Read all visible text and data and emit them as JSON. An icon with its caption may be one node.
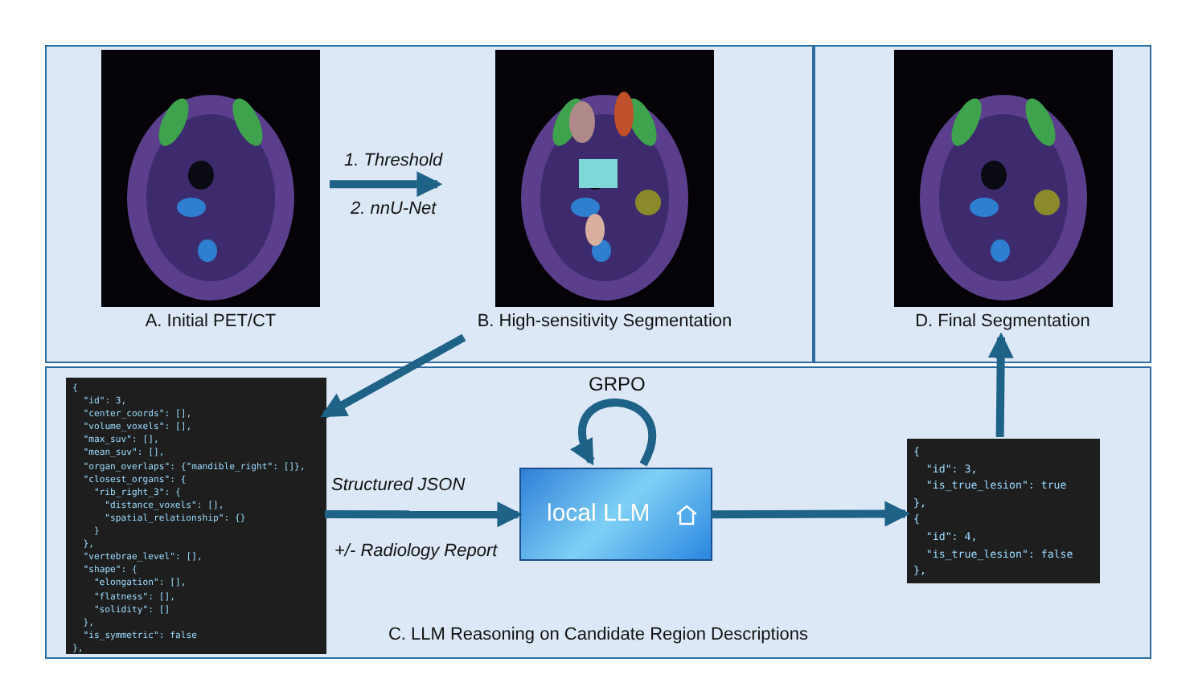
{
  "diagram": {
    "nodes": [
      {
        "text": [],
        "shape": "box"
      },
      {
        "text": [],
        "shape": "picture",
        "in": 0,
        "beside": [
          "A. Initial PET/CT"
        ]
      },
      {
        "text": [],
        "shape": "picture",
        "in": 0,
        "beside": [
          "B. High-sensitivity Segmentation"
        ]
      },
      {
        "text": [],
        "shape": "box"
      },
      {
        "text": [],
        "shape": "picture",
        "in": 3,
        "beside": [
          "D. Final Segmentation"
        ]
      },
      {
        "text": [
          "C. LLM Reasoning on Candidate Region Descriptions"
        ]
      },
      {
        "text": [
          "{",
          "\"id\": 3,",
          "\"center_coords\": [],",
          "\"volume_voxels\": [],",
          "\"max_suv\": [],",
          "\"mean_suv\": [],",
          "\"organ_overlaps\": {\"mandible_right\": []},",
          "\"closest_organs\": {",
          "\"rib_right_3\": {",
          "\"distance_voxels\": [],",
          "\"spatial_relationship\": {}",
          "}",
          "},",
          "\"vertebrae_level\": [],",
          "\"shape\": {",
          "\"elongation\": [],",
          "\"flatness\": [],",
          "\"solidity\": []",
          "},",
          "\"is_symmetric\": false",
          "},"
        ],
        "in": 5
      },
      {
        "text": [
          "local LLM"
        ],
        "in": 5
      },
      {
        "text": [
          "{",
          "\"id\": 3,",
          "\"is_true_lesion\": true",
          "},",
          "{",
          "\"id\": 4,",
          "\"is_true_lesion\": false",
          "},"
        ],
        "in": 5
      }
    ],
    "edges": [
      {
        "from": 1,
        "to": 2,
        "arrow": "to",
        "label": "1. Threshold"
      },
      {
        "from": 2,
        "to": 6,
        "arrow": "to"
      },
      {
        "from": 6,
        "to": 7,
        "arrow": "to",
        "label": "Structured JSON"
      },
      {
        "from": 7,
        "to": 7,
        "arrow": "to",
        "label": "GRPO"
      },
      {
        "from": 7,
        "to": 8,
        "arrow": "to"
      },
      {
        "from": 8,
        "to": 4,
        "arrow": "to"
      }
    ],
    "labels": [
      "2. nnU-Net",
      "+/- Radiology Report"
    ]
  }
}
